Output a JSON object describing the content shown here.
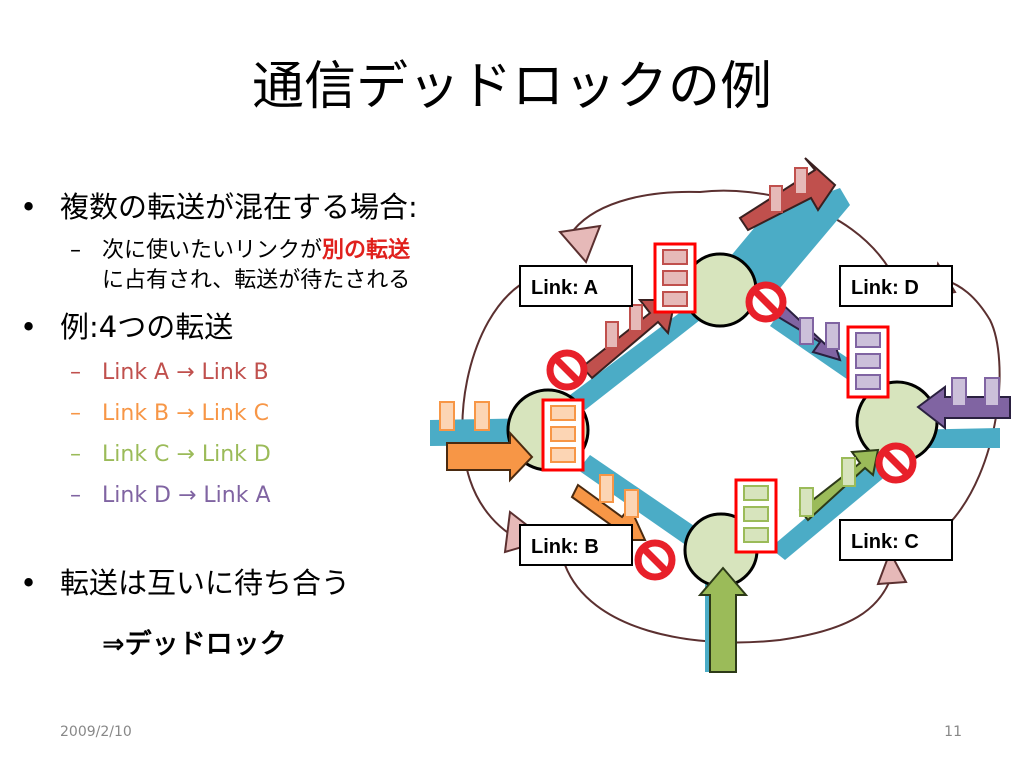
{
  "slide": {
    "title": "通信デッドロックの例",
    "bullets": [
      {
        "text": "複数の転送が混在する場合:"
      },
      {
        "sub_line1_prefix": "次に使いたいリンクが",
        "sub_line1_emph": "別の転送",
        "sub_line2": "に占有され、転送が待たされる"
      },
      {
        "text": "例:4つの転送"
      },
      {
        "transfers": [
          "Link A → Link B",
          "Link B → Link C",
          "Link C → Link D",
          "Link D → Link A"
        ]
      },
      {
        "text": "転送は互いに待ち合う"
      },
      {
        "result": "⇒デッドロック"
      }
    ],
    "footer": {
      "date": "2009/2/10",
      "page": "11"
    }
  },
  "diagram": {
    "links": [
      "Link: A",
      "Link: B",
      "Link: C",
      "Link: D"
    ],
    "colors": {
      "transfer_a": "#c0504d",
      "transfer_b": "#f79646",
      "transfer_c": "#9bbb59",
      "transfer_d": "#8064a2",
      "link": "#4bacc6",
      "node": "#d7e4bd",
      "buffer_border": "#ff0000",
      "circular_arrow": "#e6b9b8",
      "prohibit": "#ff0000"
    },
    "icons": [
      "prohibited-icon"
    ]
  }
}
